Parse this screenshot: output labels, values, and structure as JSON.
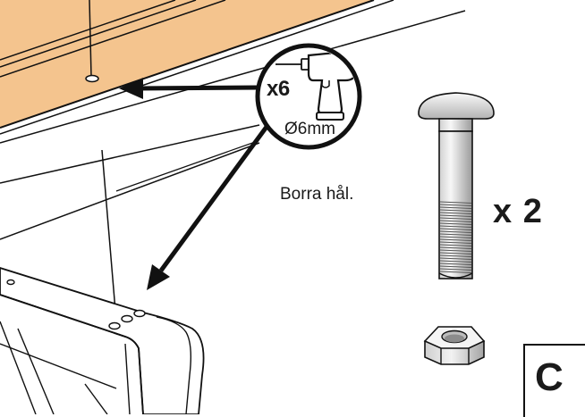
{
  "drill_callout": {
    "quantity_label": "x6",
    "bit_size_label": "Ø6mm",
    "icon": "power-drill-icon"
  },
  "instruction_text": "Borra hål.",
  "hardware": {
    "bolt_quantity_label": "x 2",
    "bolt_icon": "carriage-bolt-icon",
    "nut_icon": "hex-nut-icon"
  },
  "step_label": "C",
  "colors": {
    "wood_panel": "#F4C48E",
    "line": "#111111",
    "metal_light": "#ededed",
    "metal_dark": "#a8a8a8"
  }
}
